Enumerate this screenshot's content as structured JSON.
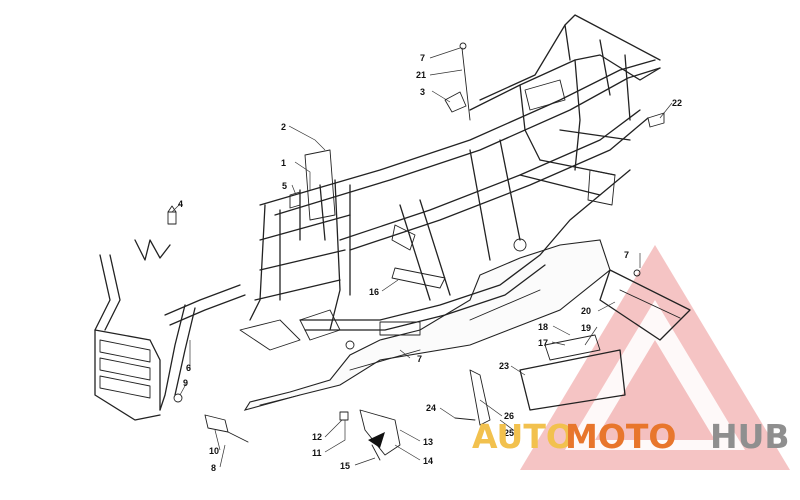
{
  "callouts": [
    {
      "label": "1"
    },
    {
      "label": "2"
    },
    {
      "label": "3"
    },
    {
      "label": "4"
    },
    {
      "label": "5"
    },
    {
      "label": "6"
    },
    {
      "label": "7"
    },
    {
      "label": "7"
    },
    {
      "label": "7"
    },
    {
      "label": "8"
    },
    {
      "label": "9"
    },
    {
      "label": "10"
    },
    {
      "label": "11"
    },
    {
      "label": "12"
    },
    {
      "label": "13"
    },
    {
      "label": "14"
    },
    {
      "label": "15"
    },
    {
      "label": "16"
    },
    {
      "label": "17"
    },
    {
      "label": "18"
    },
    {
      "label": "19"
    },
    {
      "label": "20"
    },
    {
      "label": "21"
    },
    {
      "label": "22"
    },
    {
      "label": "23"
    },
    {
      "label": "24"
    },
    {
      "label": "25"
    },
    {
      "label": "26"
    }
  ],
  "watermark": {
    "text_auto": "AUTO",
    "text_moto": "MOTO",
    "text_hub": "HUB",
    "colors": {
      "triangle": "#e86f6f",
      "auto": "#f2c14e",
      "moto": "#e8762c",
      "hub": "#8f8f8f"
    }
  },
  "colors": {
    "line": "#222222",
    "background": "#ffffff"
  }
}
